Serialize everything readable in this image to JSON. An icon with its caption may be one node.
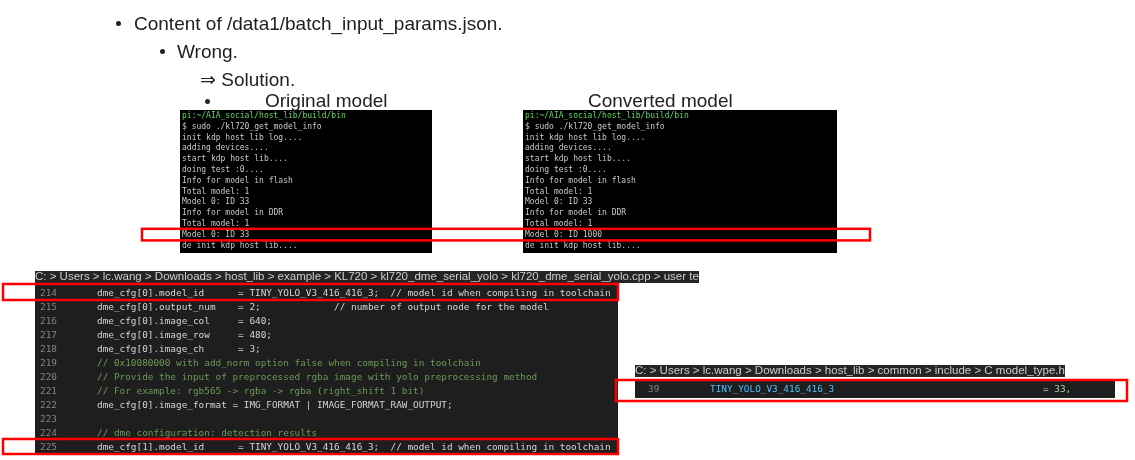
{
  "diagram": {
    "labels": [
      "Content of /data1/batch_input_params.json.",
      "Wrong.",
      "⇒ Solution.",
      "Original model",
      "Converted model",
      "pi:~/AIA_social/host_lib/build/bin",
      "$ sudo ./kl720_get_model_info",
      "init kdp host lib log....",
      "adding devices....",
      "start kdp host lib....",
      "doing test :0....",
      "Info for model in flash",
      "Total model: 1",
      "Model 0: ID 33",
      "Info for model in DDR",
      "Total model: 1",
      "Model 0: ID 33",
      "de init kdp host lib....",
      "pi:~/AIA_social/host_lib/build/bin",
      "$ sudo ./kl720_get_model_info",
      "init kdp host lib log....",
      "adding devices....",
      "start kdp host lib....",
      "doing test :0....",
      "Info for model in flash",
      "Total model: 1",
      "Model 0: ID 33",
      "Info for model in DDR",
      "Total model: 1",
      "Model 0: ID 1000",
      "de init kdp host lib....",
      "C: > Users > lc.wang > Downloads > host_lib > example > KL720 > kl720_dme_serial_yolo > kl720_dme_serial_yolo.cpp > user te",
      "214",
      "dme_cfg[0].model_id      = TINY_YOLO_V3_416_416_3;  // model id when compiling in toolchain",
      "215",
      "dme_cfg[0].output_num    = 2;             // number of output node for the model",
      "216",
      "dme_cfg[0].image_col     = 640;",
      "217",
      "dme_cfg[0].image_row     = 480;",
      "218",
      "dme_cfg[0].image_ch      = 3;",
      "219",
      "// 0x10080000 with add_norm option false when compiling in toolchain",
      "220",
      "// Provide the input of preprocessed rgba image with yolo preprocessing method",
      "221",
      "// For example: rgb565 -> rgba -> rgba (right_shift 1 bit)",
      "222",
      "dme_cfg[0].image_format = IMG_FORMAT | IMAGE_FORMAT_RAW_OUTPUT;",
      "223",
      "224",
      "// dme configuration: detection results",
      "225",
      "dme_cfg[1].model_id      = TINY_YOLO_V3_416_416_3;  // model id when compiling in toolchain",
      "C: > Users > lc.wang > Downloads > host_lib > common > include > C model_type.h",
      "39",
      "TINY_YOLO_V3_416_416_3",
      "= 33,"
    ]
  }
}
